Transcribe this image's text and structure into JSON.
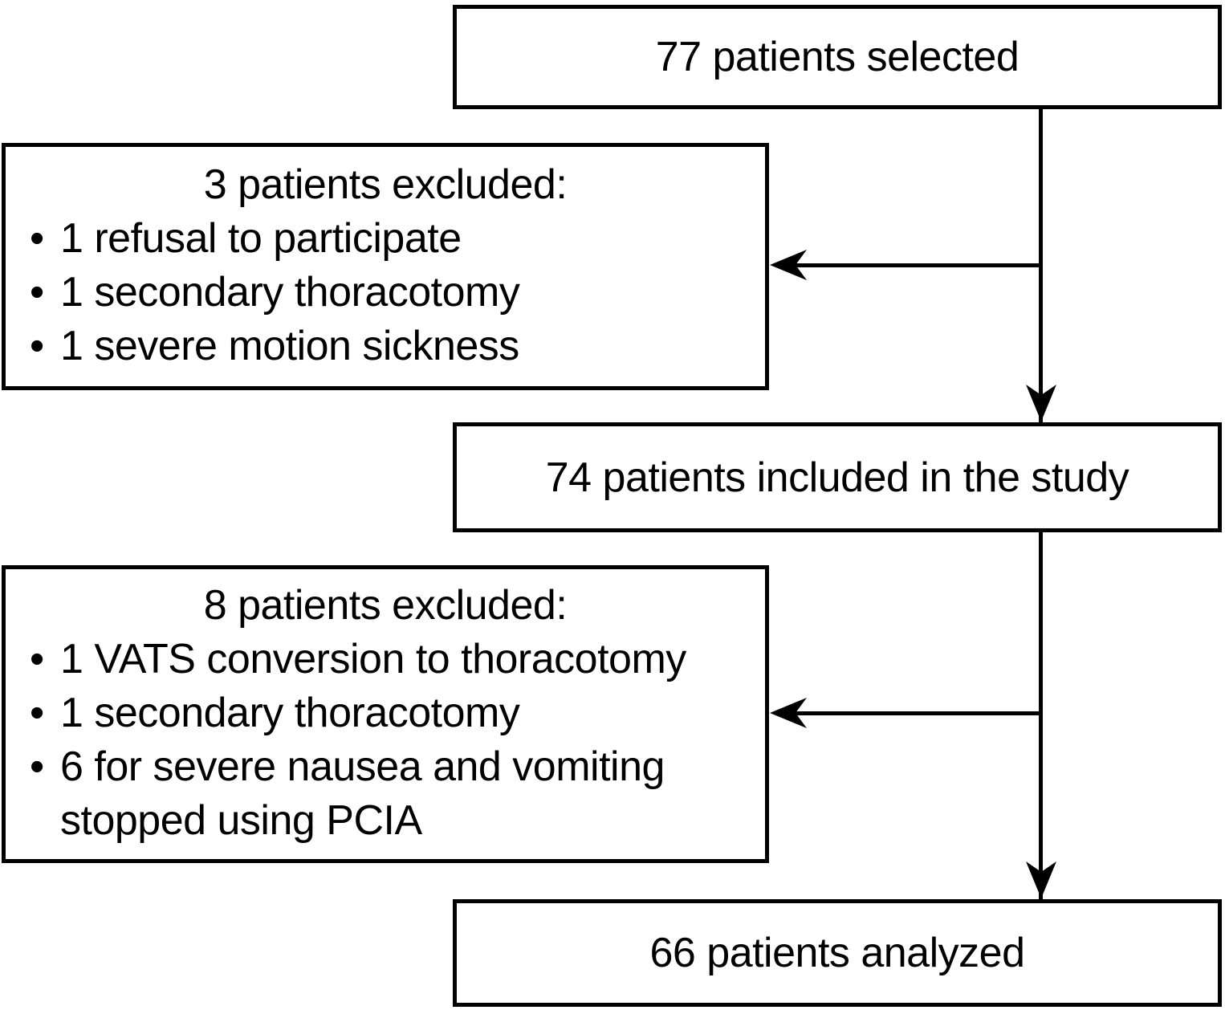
{
  "diagram": {
    "type": "flowchart",
    "title_node": {
      "label": "77 patients selected"
    },
    "exclusion1": {
      "title": "3 patients excluded:",
      "items": [
        "1 refusal to participate",
        "1 secondary thoracotomy",
        "1 severe motion sickness"
      ]
    },
    "included_node": {
      "label": "74 patients included in the study"
    },
    "exclusion2": {
      "title": "8 patients excluded:",
      "items": [
        "1 VATS conversion to thoracotomy",
        "1 secondary thoracotomy",
        "6 for severe nausea and vomiting stopped using PCIA"
      ]
    },
    "analyzed_node": {
      "label": "66 patients analyzed"
    },
    "ui": {
      "bullet_char": "•"
    },
    "colors": {
      "line": "#000000",
      "text": "#000000",
      "background": "#ffffff"
    }
  }
}
